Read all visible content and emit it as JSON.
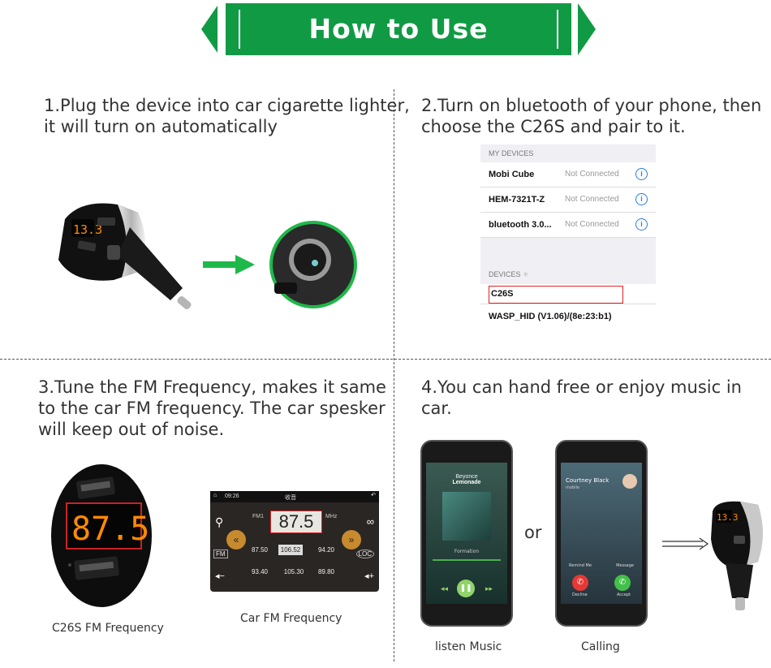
{
  "header": {
    "title": "How to Use",
    "accent": "#119a44"
  },
  "steps": {
    "s1": {
      "line1": "1.Plug the device into car cigarette lighter,",
      "line2": "it will turn on automatically"
    },
    "s2": {
      "line1": "2.Turn on bluetooth of your phone, then",
      "line2": "choose the C26S and pair to it."
    },
    "s3": {
      "line1": "3.Tune the FM Frequency, makes it same",
      "line2": "to the car FM frequency. The car spesker",
      "line3": "will keep out of noise."
    },
    "s4": {
      "line1": "4.You can hand free or enjoy music in car."
    }
  },
  "device_display": {
    "small": "13.3",
    "large": "87.5"
  },
  "bt_list": {
    "my_devices_header": "MY DEVICES",
    "my_devices": [
      {
        "name": "Mobi Cube",
        "status": "Not Connected"
      },
      {
        "name": "HEM-7321T-Z",
        "status": "Not Connected"
      },
      {
        "name": "bluetooth 3.0...",
        "status": "Not Connected"
      }
    ],
    "devices_header": "DEVICES",
    "devices": [
      "C26S",
      "WASP_HID (V1.06)/(8e:23:b1)"
    ]
  },
  "radio": {
    "time": "09:26",
    "title": "收音",
    "band": "FM1",
    "unit": "MHz",
    "frequency": "87.5",
    "presets_row1": [
      "87.50",
      "106.52",
      "94.20"
    ],
    "presets_row2": [
      "93.40",
      "105.30",
      "89.80"
    ]
  },
  "captions": {
    "c26s": "C26S FM Frequency",
    "car_fm": "Car FM Frequency",
    "listen": "listen Music",
    "calling": "Calling",
    "or": "or"
  },
  "music": {
    "artist": "Beyonce",
    "album": "Lemonade",
    "track": "Formation"
  },
  "call": {
    "caller": "Courtney Black",
    "line": "mobile",
    "remind": "Remind Me",
    "message": "Message",
    "decline": "Decline",
    "accept": "Accept"
  }
}
